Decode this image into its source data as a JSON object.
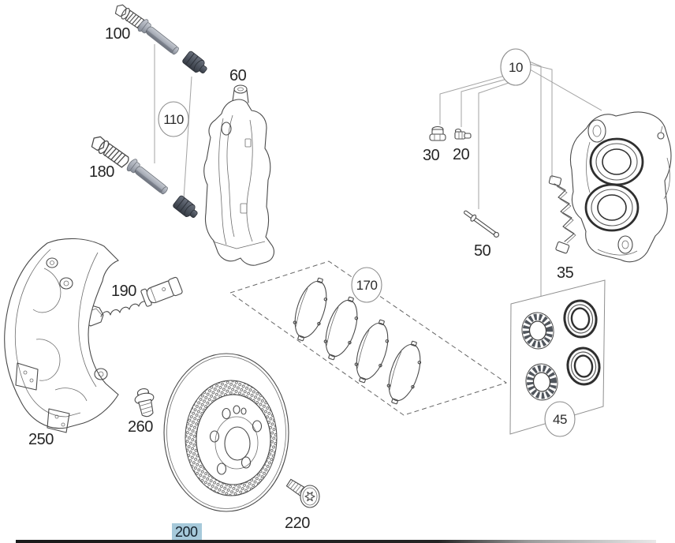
{
  "diagram": {
    "type": "exploded-parts-diagram",
    "subject_hint": "front-disc-brake-assembly",
    "selected_part": "200",
    "colors": {
      "highlight": "#a6c9da",
      "highlight_text": "#16232e",
      "line": "#4a4a4a",
      "pin_gray": "#a9aeb8",
      "boot_dark": "#4e5560",
      "bottom_bar": "#1b1b1b"
    },
    "labels": {
      "l100": "100",
      "l110": "110",
      "l60": "60",
      "l180": "180",
      "l190": "190",
      "l250": "250",
      "l260": "260",
      "l200": "200",
      "l220": "220",
      "l170": "170",
      "l10": "10",
      "l30": "30",
      "l20": "20",
      "l50": "50",
      "l35": "35",
      "l45": "45"
    }
  }
}
